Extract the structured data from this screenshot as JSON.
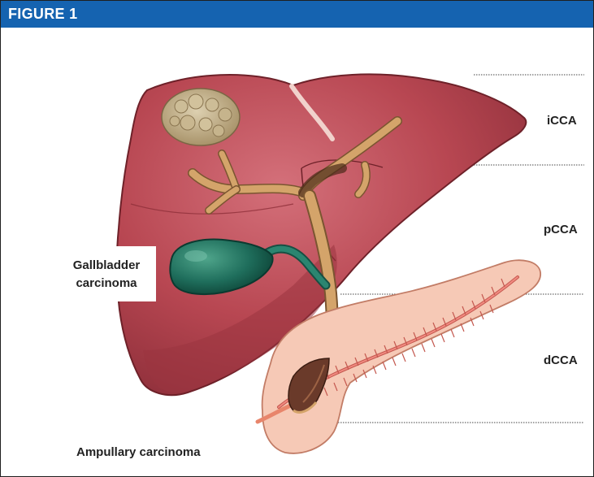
{
  "header": {
    "title": "FIGURE 1"
  },
  "labels": {
    "icca": "iCCA",
    "pcca": "pCCA",
    "dcca": "dCCA",
    "gallbladder_line1": "Gallbladder",
    "gallbladder_line2": "carcinoma",
    "ampullary": "Ampullary carcinoma"
  },
  "colors": {
    "header_bg": "#1563b0",
    "liver": "#b84752",
    "liver_dark": "#8e2f3a",
    "duct": "#c8955a",
    "gallbladder": "#1f6e5c",
    "pancreas": "#f6c9b6",
    "tumor": "#c9b48f"
  }
}
